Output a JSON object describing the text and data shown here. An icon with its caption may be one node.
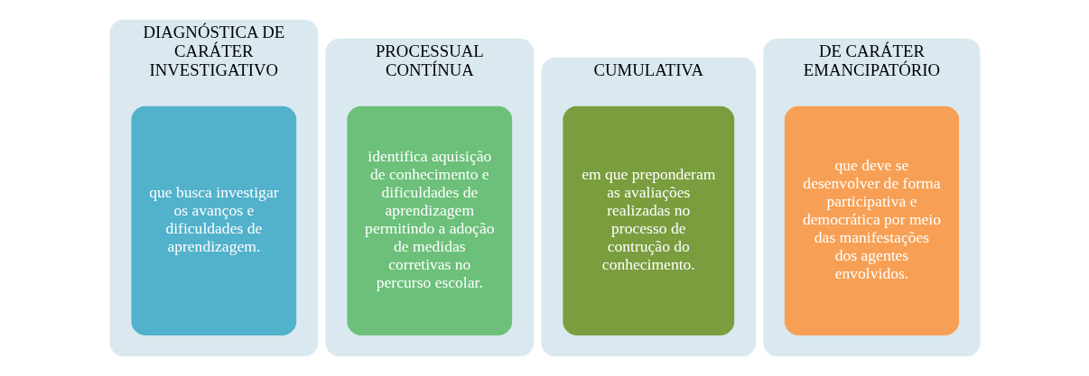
{
  "diagram": {
    "nodes": [
      {
        "text": [
          "DIAGNÓSTICA DE CARÁTER INVESTIGATIVO"
        ]
      },
      {
        "text": [
          "que busca investigar os avanços e dificuldades de aprendizagem."
        ],
        "in": 0
      },
      {
        "text": [
          "PROCESSUAL CONTÍNUA"
        ]
      },
      {
        "text": [
          "identifica aquisição de conhecimento e dificuldades de aprendizagem permitindo a adoção de medidas corretivas no percurso escolar."
        ],
        "in": 2
      },
      {
        "text": [
          "CUMULATIVA"
        ]
      },
      {
        "text": [
          "em que preponderam as avaliações realizadas no processo de contrução do conhecimento."
        ],
        "in": 4
      },
      {
        "text": [
          "DE CARÁTER EMANCIPATÓRIO"
        ]
      },
      {
        "text": [
          "que deve se desenvolver de forma participativa e democrática por meio das manifestações dos agentes envolvidos."
        ],
        "in": 6
      }
    ],
    "edges": []
  }
}
